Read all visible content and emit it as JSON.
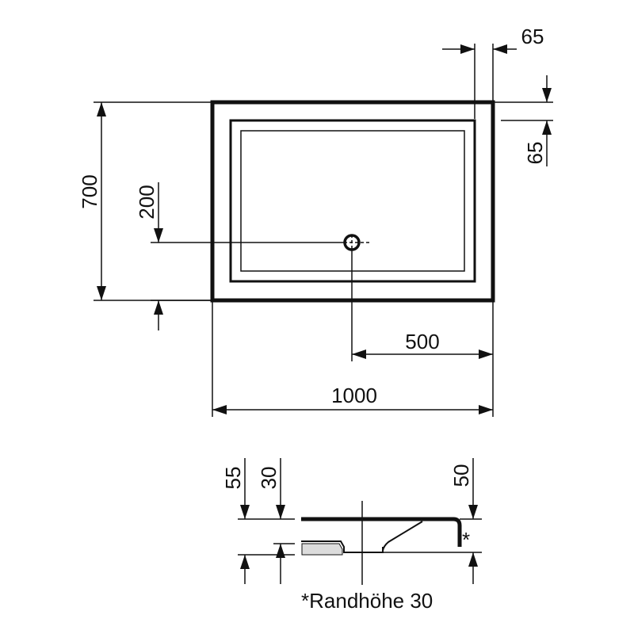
{
  "plan_view": {
    "dimensions": {
      "rim_top": "65",
      "rim_right": "65",
      "depth": "700",
      "drain_offset_y": "200",
      "drain_offset_x": "500",
      "width": "1000"
    }
  },
  "section_view": {
    "dimensions": {
      "outer_height": "55",
      "inner_height": "30",
      "right_height": "50"
    },
    "asterisk": "*",
    "footnote": "*Randhöhe 30"
  },
  "colors": {
    "line": "#111111",
    "fill": "#dcdcdc",
    "background": "#ffffff"
  }
}
